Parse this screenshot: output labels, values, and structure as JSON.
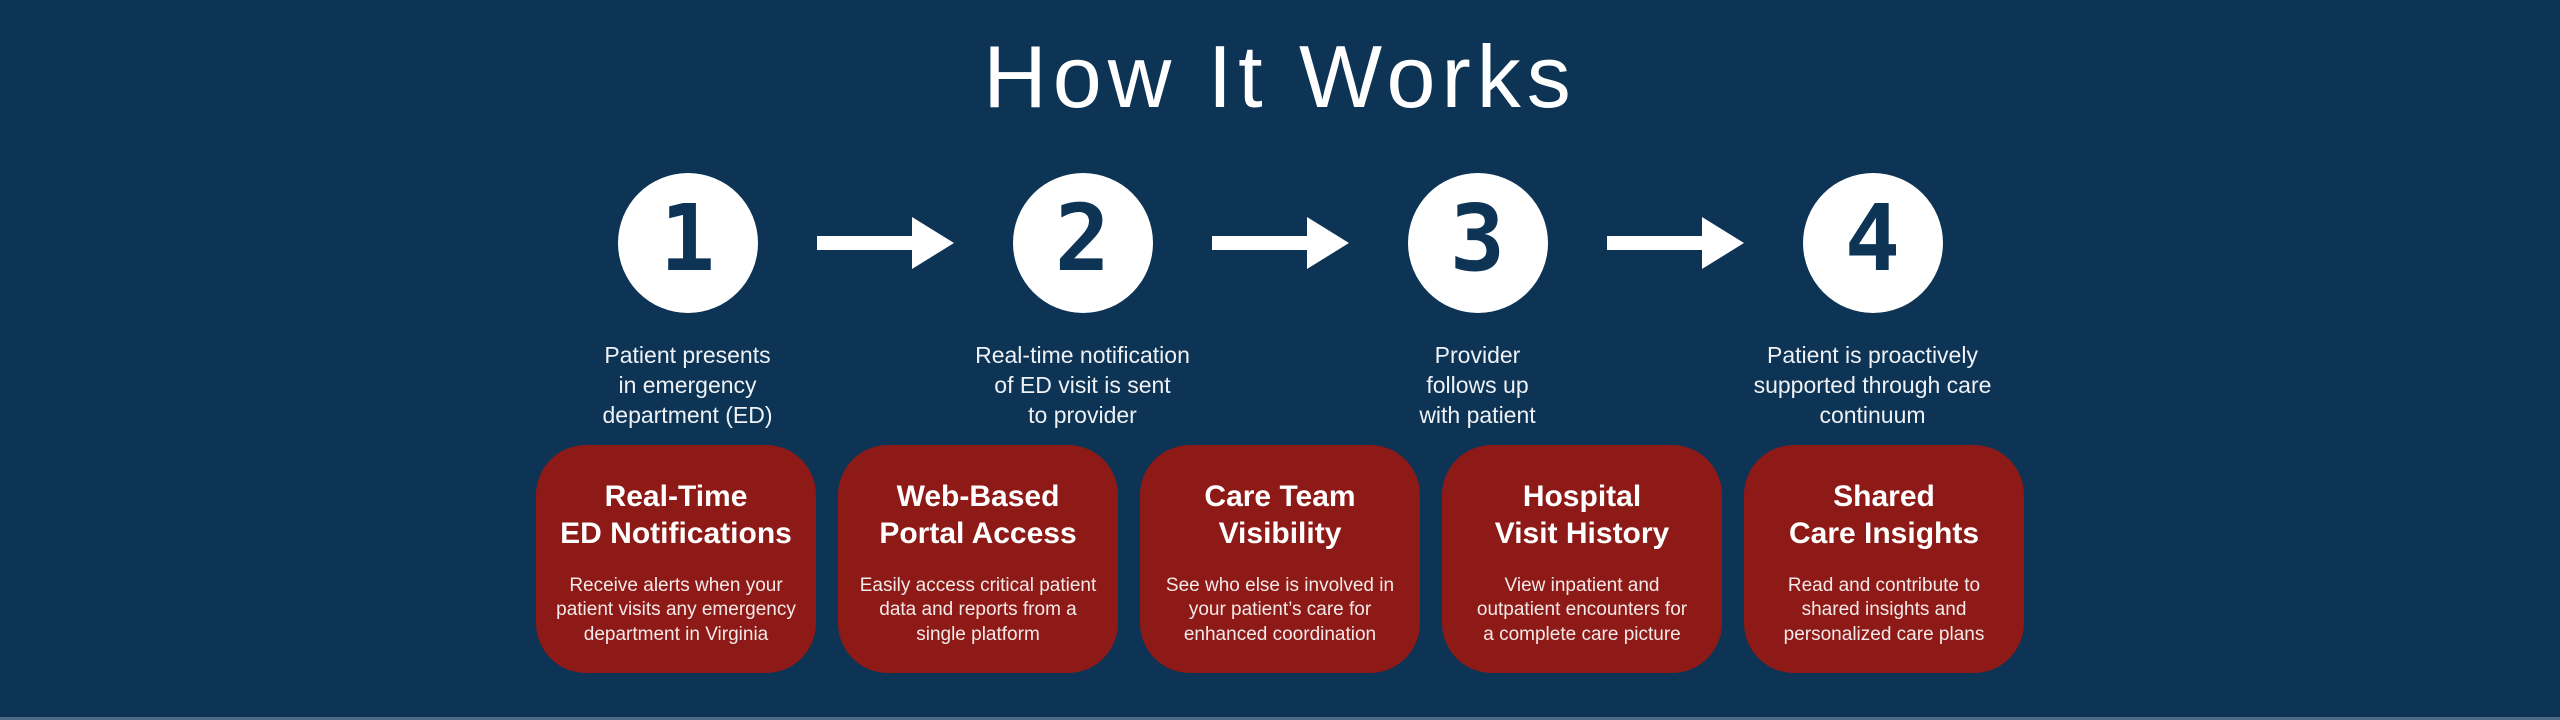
{
  "page": {
    "title": "How It Works"
  },
  "colors": {
    "background": "#0d3355",
    "card_red": "#8e1a17",
    "circle_fill": "#ffffff",
    "number_navy": "#0d3355",
    "text_white": "#ffffff",
    "bottom_strip": "#4e6a87"
  },
  "icons": {
    "step_arrow": "arrow-right"
  },
  "steps": [
    {
      "number": "1",
      "caption": "Patient presents\nin emergency\ndepartment (ED)"
    },
    {
      "number": "2",
      "caption": "Real-time notification\nof ED visit is sent\nto provider"
    },
    {
      "number": "3",
      "caption": "Provider\nfollows up\nwith patient"
    },
    {
      "number": "4",
      "caption": "Patient is proactively\nsupported through care\ncontinuum"
    }
  ],
  "cards": [
    {
      "title": "Real-Time\nED Notifications",
      "body": "Receive alerts when your\npatient visits any emergency\ndepartment in Virginia"
    },
    {
      "title": "Web-Based\nPortal Access",
      "body": "Easily access critical patient\ndata and reports from a\nsingle platform"
    },
    {
      "title": "Care Team\nVisibility",
      "body": "See who else is involved in\nyour patient’s care for\nenhanced coordination"
    },
    {
      "title": "Hospital\nVisit History",
      "body": "View inpatient and\noutpatient encounters for\na complete care picture"
    },
    {
      "title": "Shared\nCare Insights",
      "body": "Read and contribute to\nshared insights and\npersonalized care plans"
    }
  ]
}
